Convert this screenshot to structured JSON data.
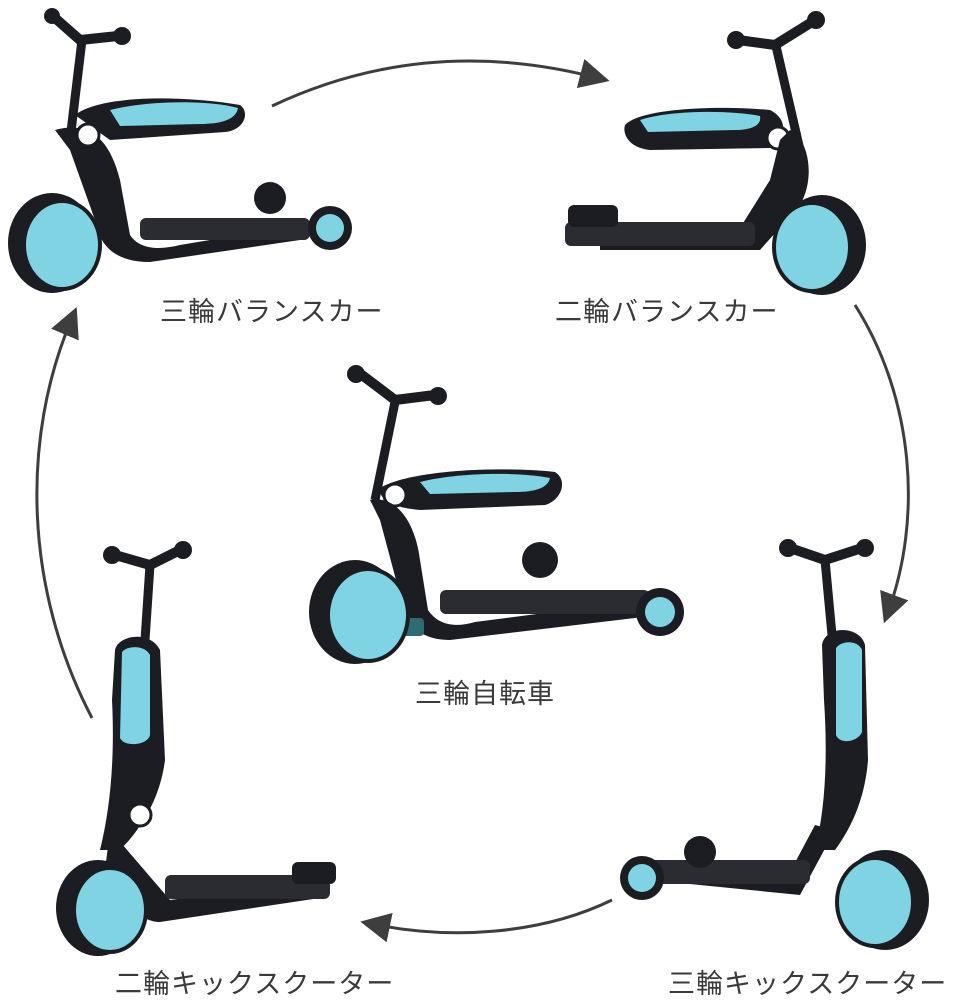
{
  "modes": {
    "three_wheel_balance": "三輪バランスカー",
    "two_wheel_balance": "二輪バランスカー",
    "tricycle": "三輪自転車",
    "two_wheel_kick": "二輪キックスクーター",
    "three_wheel_kick": "三輪キックスクーター"
  },
  "colors": {
    "frame": "#1b1d22",
    "accent": "#7fd3e2",
    "arrow": "#3e3e3e",
    "label": "#3a3a3a"
  },
  "icons": [
    "arrow-icon"
  ]
}
